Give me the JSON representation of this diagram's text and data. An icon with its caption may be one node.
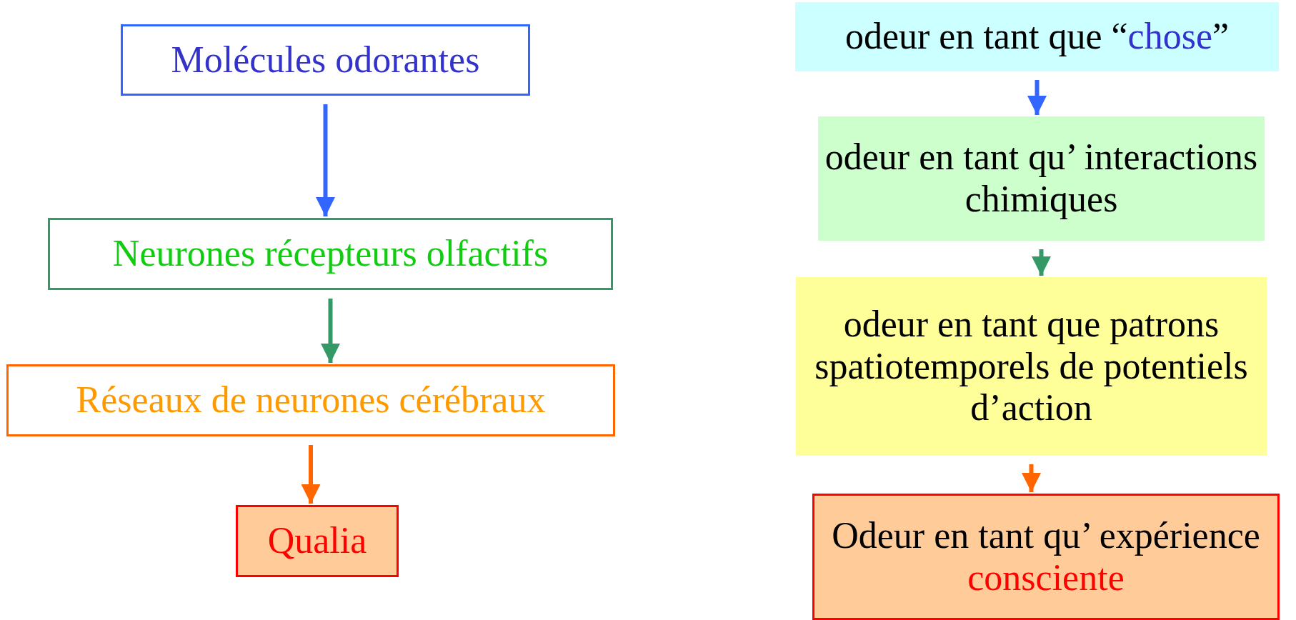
{
  "diagram": {
    "nodes": [
      {
        "text": [
          "Molécules odorantes"
        ]
      },
      {
        "text": [
          "Neurones récepteurs olfactifs"
        ]
      },
      {
        "text": [
          "Réseaux de neurones cérébraux"
        ]
      },
      {
        "text": [
          "Qualia"
        ]
      },
      {
        "text": [
          "odeur en tant que “*chose*”"
        ]
      },
      {
        "text": [
          "odeur en tant qu’ interactions chimiques"
        ]
      },
      {
        "text": [
          "odeur en tant que patrons spatiotemporels de potentiels d’action"
        ]
      },
      {
        "text": [
          "Odeur en tant qu’ expérience *consciente*"
        ]
      }
    ],
    "edges": [
      {
        "from": 0,
        "to": 1,
        "arrow": "to",
        "color": "#3366ff"
      },
      {
        "from": 1,
        "to": 2,
        "arrow": "to",
        "color": "#339966"
      },
      {
        "from": 2,
        "to": 3,
        "arrow": "to",
        "color": "#ff6600"
      },
      {
        "from": 4,
        "to": 5,
        "arrow": "to",
        "color": "#3366ff"
      },
      {
        "from": 5,
        "to": 6,
        "arrow": "to",
        "color": "#339966"
      },
      {
        "from": 6,
        "to": 7,
        "arrow": "to",
        "color": "#ff6600"
      }
    ]
  }
}
